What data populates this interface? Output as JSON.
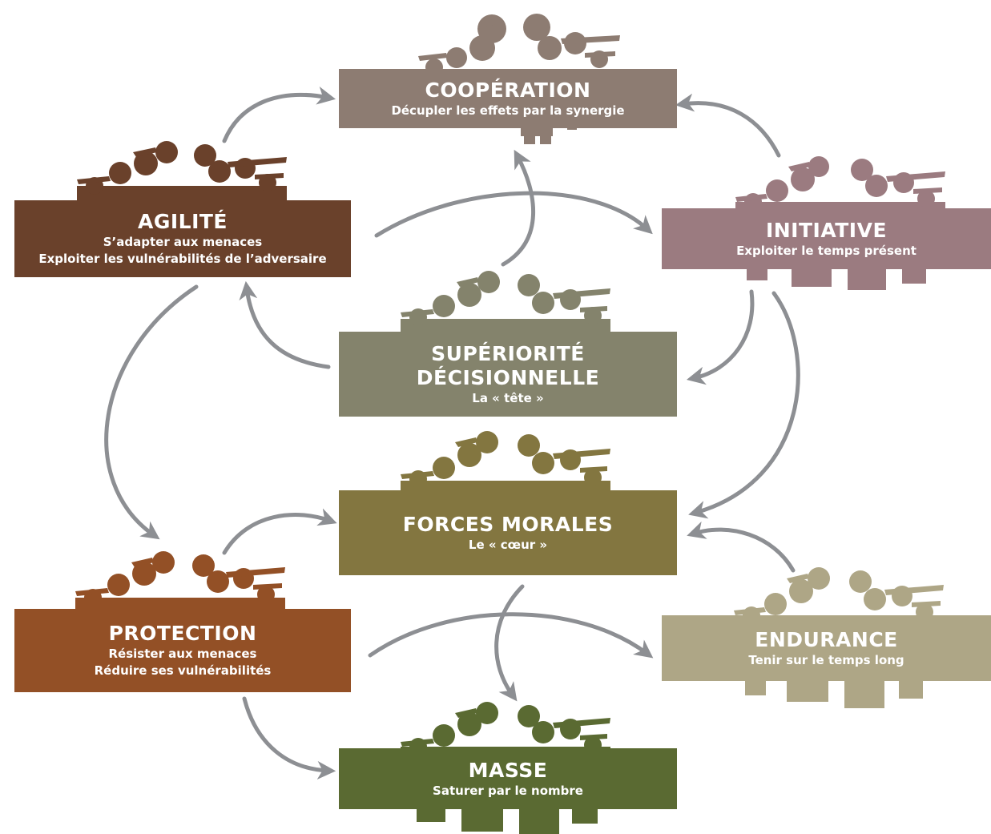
{
  "colors": {
    "arrow": "#8d8f93",
    "background": "#ffffff"
  },
  "nodes": {
    "cooperation": {
      "title": "COOPÉRATION",
      "subtitle": [
        "Décupler les effets par la synergie"
      ],
      "color": "#8d7c72"
    },
    "agilite": {
      "title": "AGILITÉ",
      "subtitle": [
        "S’adapter aux menaces",
        "Exploiter les vulnérabilités de l’adversaire"
      ],
      "color": "#6a412b"
    },
    "initiative": {
      "title": "INITIATIVE",
      "subtitle": [
        "Exploiter le temps présent"
      ],
      "color": "#9b7b80"
    },
    "superiorite": {
      "title": [
        "SUPÉRIORITÉ",
        "DÉCISIONNELLE"
      ],
      "subtitle": [
        "La « tête »"
      ],
      "color": "#84836c"
    },
    "forces_morales": {
      "title": "FORCES MORALES",
      "subtitle": [
        "Le « cœur »"
      ],
      "color": "#837640"
    },
    "protection": {
      "title": "PROTECTION",
      "subtitle": [
        "Résister aux menaces",
        "Réduire ses vulnérabilités"
      ],
      "color": "#935026"
    },
    "endurance": {
      "title": "ENDURANCE",
      "subtitle": [
        "Tenir sur le temps long"
      ],
      "color": "#aea686"
    },
    "masse": {
      "title": "MASSE",
      "subtitle": [
        "Saturer par le nombre"
      ],
      "color": "#5a6a32"
    }
  },
  "icons": {
    "soldiers": "soldier-silhouettes-icon"
  }
}
